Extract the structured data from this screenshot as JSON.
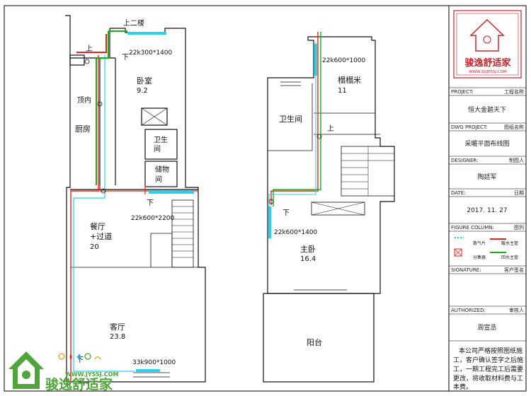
{
  "drawing": {
    "rooms_left": {
      "bedroom": {
        "name": "卧室",
        "area": "9.2"
      },
      "bathroom_l1": "卫生",
      "bathroom_l2": "间",
      "storage_l1": "储物",
      "storage_l2": "间",
      "kitchen": "厨房",
      "dining_l1": "餐厅",
      "dining_l2": "+过道",
      "dining_area": "20",
      "living": {
        "name": "客厅",
        "area": "23.8"
      }
    },
    "rooms_right": {
      "tatami": {
        "name": "榻榻米",
        "area": "11"
      },
      "bathroom": "卫生间",
      "master": {
        "name": "主卧",
        "area": "16.4"
      },
      "balcony": "阳台"
    },
    "pipe_labels": {
      "up_second_floor": "上二楼",
      "up": "上",
      "down": "下",
      "top_wall": "顶内"
    },
    "radiators": {
      "bedroom": "22k300*1400",
      "dining": "22k600*2200",
      "living": "33k900*1000",
      "tatami": "22k600*1000",
      "master": "22k600*1400"
    }
  },
  "title_block": {
    "logo_url": "WWW.SDJYSSJ.COM",
    "logo_name": "骏逸舒适家",
    "project_label": "PROJECT:",
    "project_cn": "工程名称",
    "project_value": "恒大金碧天下",
    "dwg_label": "DWG PROJECT:",
    "dwg_cn": "图纸名称",
    "dwg_value": "采暖平面布线图",
    "designer_label": "DESIGNER:",
    "designer_cn": "制图人",
    "designer_value": "陶廷军",
    "date_label": "DATE:",
    "date_cn": "日期",
    "date_value": "2017. 11. 27",
    "figure_label": "FIGURE COLUMN:",
    "figure_cn": "图列",
    "legend_1": "散气片",
    "legend_2": "暖水主管",
    "legend_3": "分集器",
    "legend_4": "回水主管",
    "signature_label": "SIGNATURE:",
    "signature_cn": "客户签名",
    "auth_label": "AUTHORIZED:",
    "auth_cn": "审核人",
    "auth_value": "周宣丞",
    "note_l1": "本公司严格按照图纸施",
    "note_l2": "工，客户确认签字之后施",
    "note_l3": "工，一期工程完工后需要",
    "note_l4": "更改，将收取材料费与工",
    "note_l5": "本费。"
  },
  "watermark": {
    "url": "WWW.JYSSJ.COM",
    "name": "骏逸舒适家"
  },
  "colors": {
    "wall": "#111111",
    "supply": "#e8231a",
    "return": "#12b312",
    "radiator": "#27d3ef",
    "grey": "#9a9a9a",
    "logo": "#c8232a",
    "watermark": "#4fa53a"
  }
}
